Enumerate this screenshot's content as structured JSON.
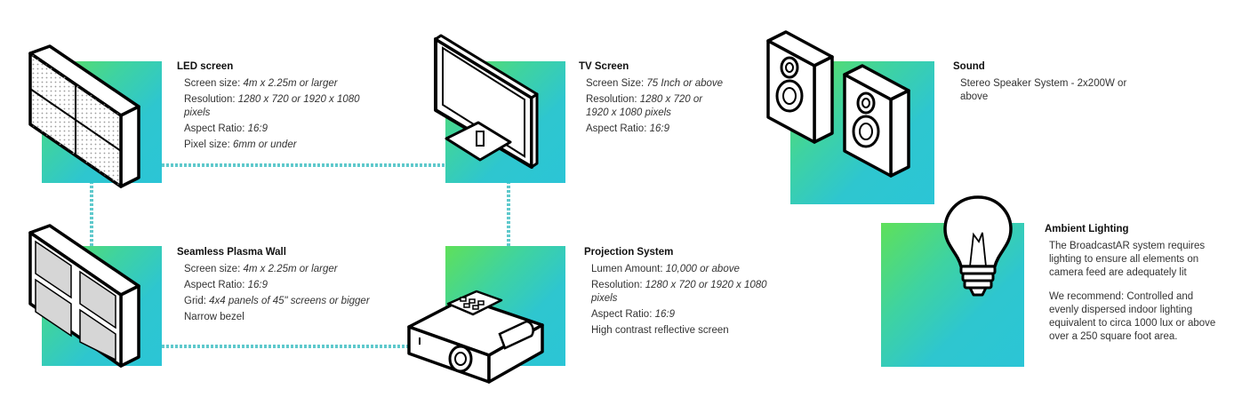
{
  "led": {
    "title": "LED screen",
    "specs": [
      {
        "k": "Screen size: ",
        "v": "4m x 2.25m or larger"
      },
      {
        "k": "Resolution: ",
        "v": "1280 x 720 or 1920 x 1080 pixels"
      },
      {
        "k": "Aspect Ratio: ",
        "v": "16:9"
      },
      {
        "k": "Pixel size: ",
        "v": "6mm or under"
      }
    ]
  },
  "tv": {
    "title": "TV Screen",
    "specs": [
      {
        "k": "Screen Size: ",
        "v": "75 Inch or above"
      },
      {
        "k": "Resolution: ",
        "v": "1280 x 720 or 1920 x 1080 pixels"
      },
      {
        "k": "Aspect Ratio: ",
        "v": "16:9"
      }
    ]
  },
  "sound": {
    "title": "Sound",
    "specs": [
      {
        "k": "Stereo Speaker System - 2x200W or above",
        "v": ""
      }
    ]
  },
  "plasma": {
    "title": "Seamless Plasma Wall",
    "specs": [
      {
        "k": "Screen size: ",
        "v": "4m x 2.25m or larger"
      },
      {
        "k": "Aspect Ratio: ",
        "v": "16:9"
      },
      {
        "k": "Grid: ",
        "v": "4x4 panels of 45\" screens or bigger"
      },
      {
        "k": "Narrow bezel",
        "v": ""
      }
    ]
  },
  "projection": {
    "title": "Projection System",
    "specs": [
      {
        "k": "Lumen Amount: ",
        "v": "10,000 or above"
      },
      {
        "k": "Resolution: ",
        "v": "1280 x 720 or 1920 x 1080 pixels"
      },
      {
        "k": "Aspect Ratio: ",
        "v": "16:9"
      },
      {
        "k": "High contrast reflective screen",
        "v": ""
      }
    ]
  },
  "lighting": {
    "title": "Ambient Lighting",
    "paragraphs": [
      "The BroadcastAR system requires lighting to ensure all elements on camera feed are adequately lit",
      "We recommend: Controlled and evenly dispersed indoor lighting equivalent to circa 1000 lux or above over a 250 square foot area."
    ]
  }
}
